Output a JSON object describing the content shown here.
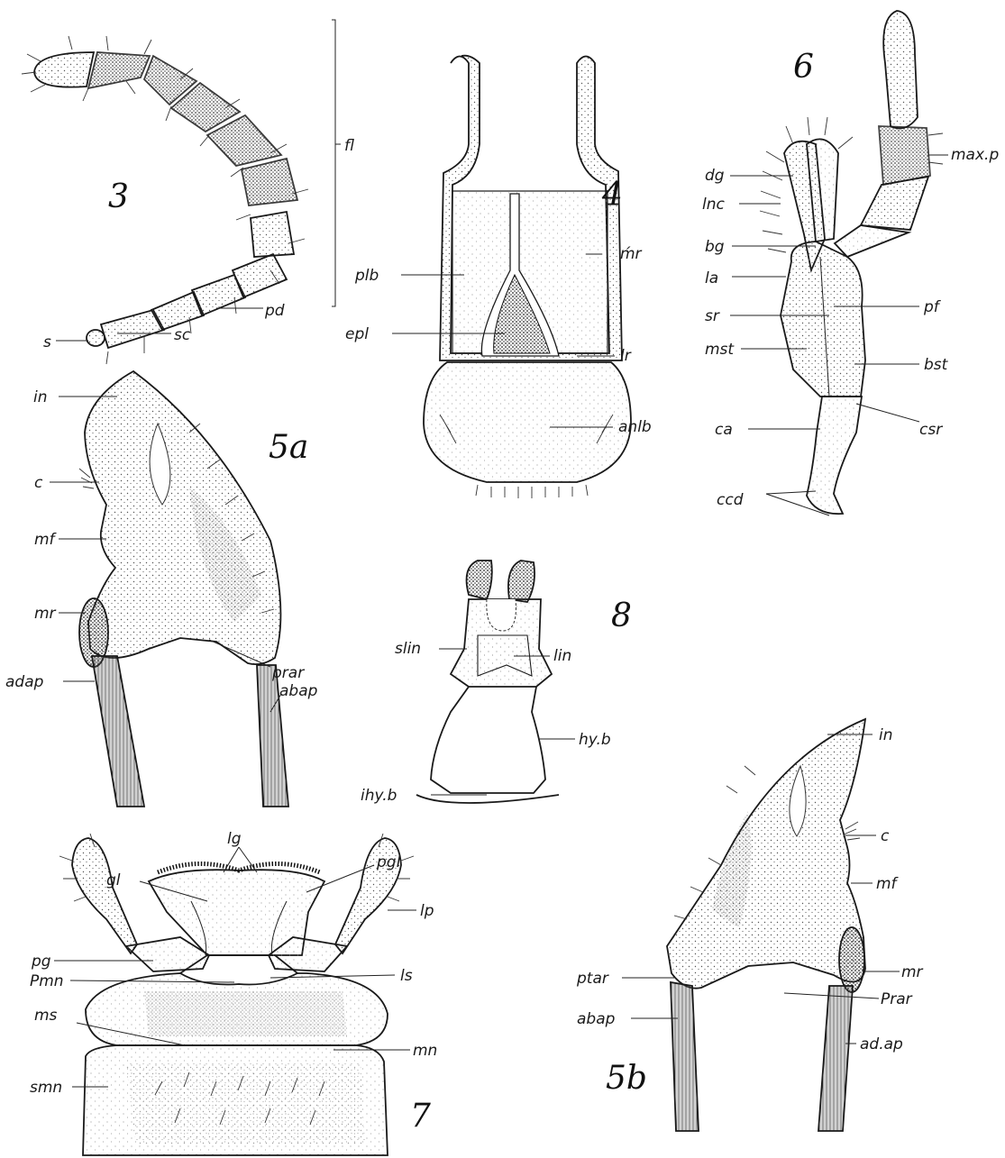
{
  "figures": {
    "fig3": {
      "number": "3",
      "labels": {
        "fl": "fl",
        "pd": "pd",
        "s": "s",
        "sc": "sc"
      }
    },
    "fig4": {
      "number": "4",
      "labels": {
        "mr": "ḿr",
        "plb": "plb",
        "epl": "epl",
        "lr": "lr",
        "anlb": "anlb"
      }
    },
    "fig5a": {
      "number": "5a",
      "labels": {
        "in": "in",
        "c": "c",
        "mf": "mf",
        "mr": "mr",
        "adap": "adap",
        "prar": "prar",
        "abap": "abap"
      }
    },
    "fig6": {
      "number": "6",
      "labels": {
        "maxp": "max.p",
        "dg": "dg",
        "lnc": "lnc",
        "bg": "bg",
        "la": "la",
        "pf": "pf",
        "sr": "sr",
        "mst": "mst",
        "bst": "bst",
        "ca": "ca",
        "csr": "csr",
        "ccd": "ccd"
      }
    },
    "fig8": {
      "number": "8",
      "labels": {
        "slin": "slin",
        "lin": "lin",
        "hyb": "hy.b",
        "ihyb": "ihy.b"
      }
    },
    "fig7": {
      "number": "7",
      "labels": {
        "lg": "lg",
        "gl": "gl",
        "pgl": "pgl",
        "lp": "lp",
        "pg": "pg",
        "pmn": "Pmn",
        "ls": "ls",
        "ms": "ms",
        "mn": "mn",
        "smn": "smn"
      }
    },
    "fig5b": {
      "number": "5b",
      "labels": {
        "in": "in",
        "c": "c",
        "mf": "mf",
        "ptar": "ptar",
        "mr": "mr",
        "prar": "Prar",
        "abap": "abap",
        "adap": "ad.ap"
      }
    }
  }
}
